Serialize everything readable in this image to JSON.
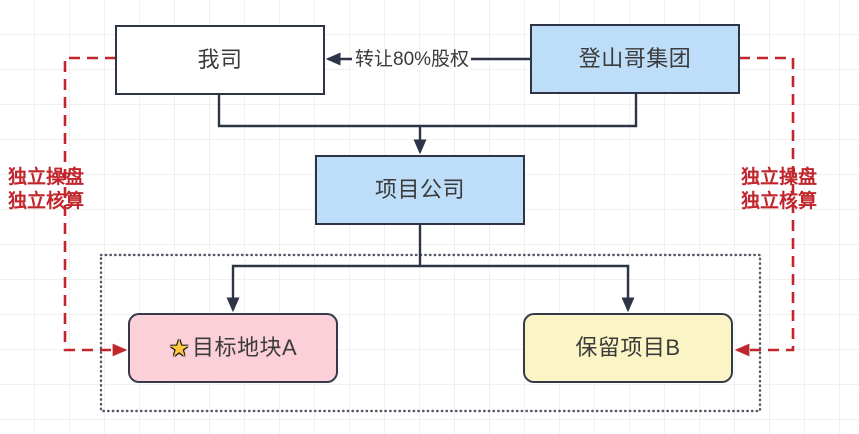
{
  "diagram": {
    "nodes": {
      "our_company": {
        "label": "我司",
        "fill": "#ffffff",
        "shape": "rectangle"
      },
      "group": {
        "label": "登山哥集团",
        "fill": "#bdddf8",
        "shape": "rectangle"
      },
      "project_company": {
        "label": "项目公司",
        "fill": "#bdddf8",
        "shape": "rectangle"
      },
      "target_plot": {
        "label": "目标地块A",
        "icon": "star-icon",
        "icon_glyph": "★",
        "fill": "#fbd0d8",
        "shape": "rounded-rectangle"
      },
      "retained_project": {
        "label": "保留项目B",
        "fill": "#fbf4c4",
        "shape": "rounded-rectangle"
      }
    },
    "edges": {
      "transfer_equity_label": "转让80%股权"
    },
    "notes": {
      "left": "独立操盘\n独立核算",
      "left_line1": "独立操盘",
      "left_line2": "独立核算",
      "right_line1": "独立操盘",
      "right_line2": "独立核算",
      "color": "#c0262b"
    },
    "colors": {
      "stroke": "#2c3445",
      "accent_red": "#c0262b",
      "blue_fill": "#bdddf8",
      "pink_fill": "#fbd0d8",
      "yellow_fill": "#fbf4c4",
      "grid": "#f0f0f0"
    }
  }
}
